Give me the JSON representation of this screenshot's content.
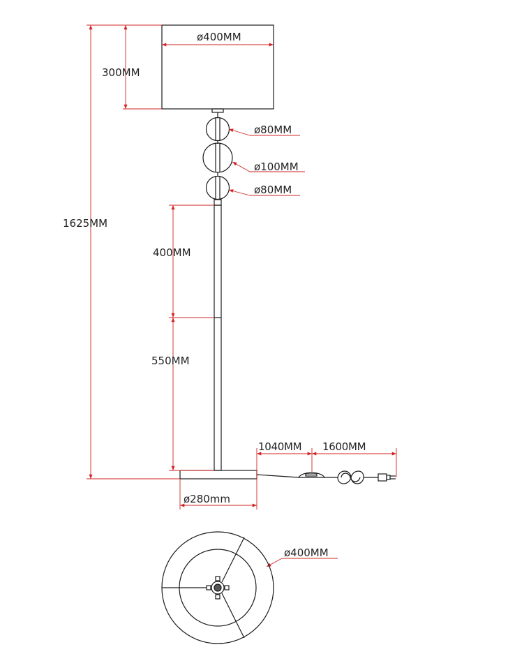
{
  "colors": {
    "outline": "#1a1a1a",
    "dimension": "#d22323",
    "text": "#222222"
  },
  "dimensions": {
    "shade_diameter": "ø400MM",
    "shade_height": "300MM",
    "total_height": "1625MM",
    "ball_top": "ø80MM",
    "ball_middle": "ø100MM",
    "ball_bottom": "ø80MM",
    "pole_upper": "400MM",
    "pole_lower": "550MM",
    "cord_to_switch": "1040MM",
    "switch_to_plug": "1600MM",
    "base_diameter": "ø280mm",
    "top_view_diameter": "ø400MM"
  }
}
